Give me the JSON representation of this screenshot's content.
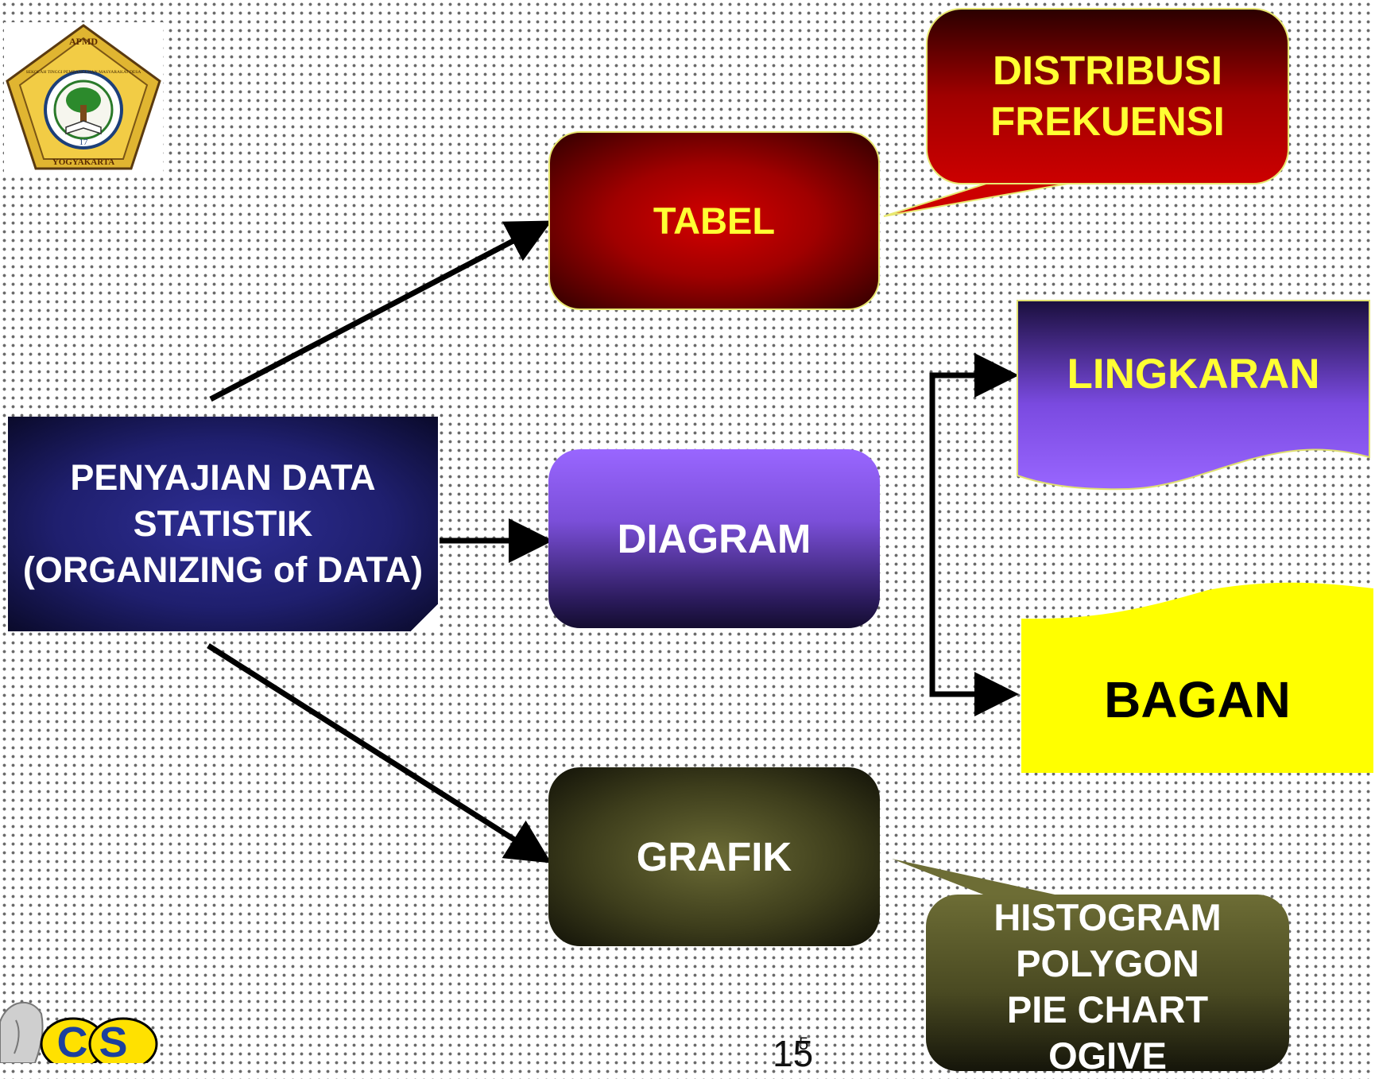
{
  "main_box": {
    "line1": "PENYAJIAN DATA",
    "line2": "STATISTIK",
    "line3": "(ORGANIZING of DATA)"
  },
  "boxes": {
    "tabel": "TABEL",
    "diagram": "DIAGRAM",
    "grafik": "GRAFIK"
  },
  "callouts": {
    "distribusi_line1": "DISTRIBUSI",
    "distribusi_line2": "FREKUENSI",
    "grafik_items": [
      "HISTOGRAM",
      "POLYGON",
      "PIE CHART",
      "OGIVE"
    ]
  },
  "diagram_types": {
    "lingkaran": "LINGKARAN",
    "bagan": "BAGAN"
  },
  "logo": {
    "top_text": "APMD",
    "ring_text": "SEKOLAH TINGGI PEMBANGUNAN MASYARAKAT DESA",
    "number": "17",
    "bottom_text": "YOGYAKARTA"
  },
  "footer_logo": {
    "text": "CS"
  },
  "page_number": "15",
  "page_number_overlay": "5",
  "colors": {
    "tabel_text": "#ffff33",
    "lingkaran_text": "#ffff33",
    "bagan_fill": "#ffff00",
    "lingkaran_fill": "#8855ff"
  }
}
